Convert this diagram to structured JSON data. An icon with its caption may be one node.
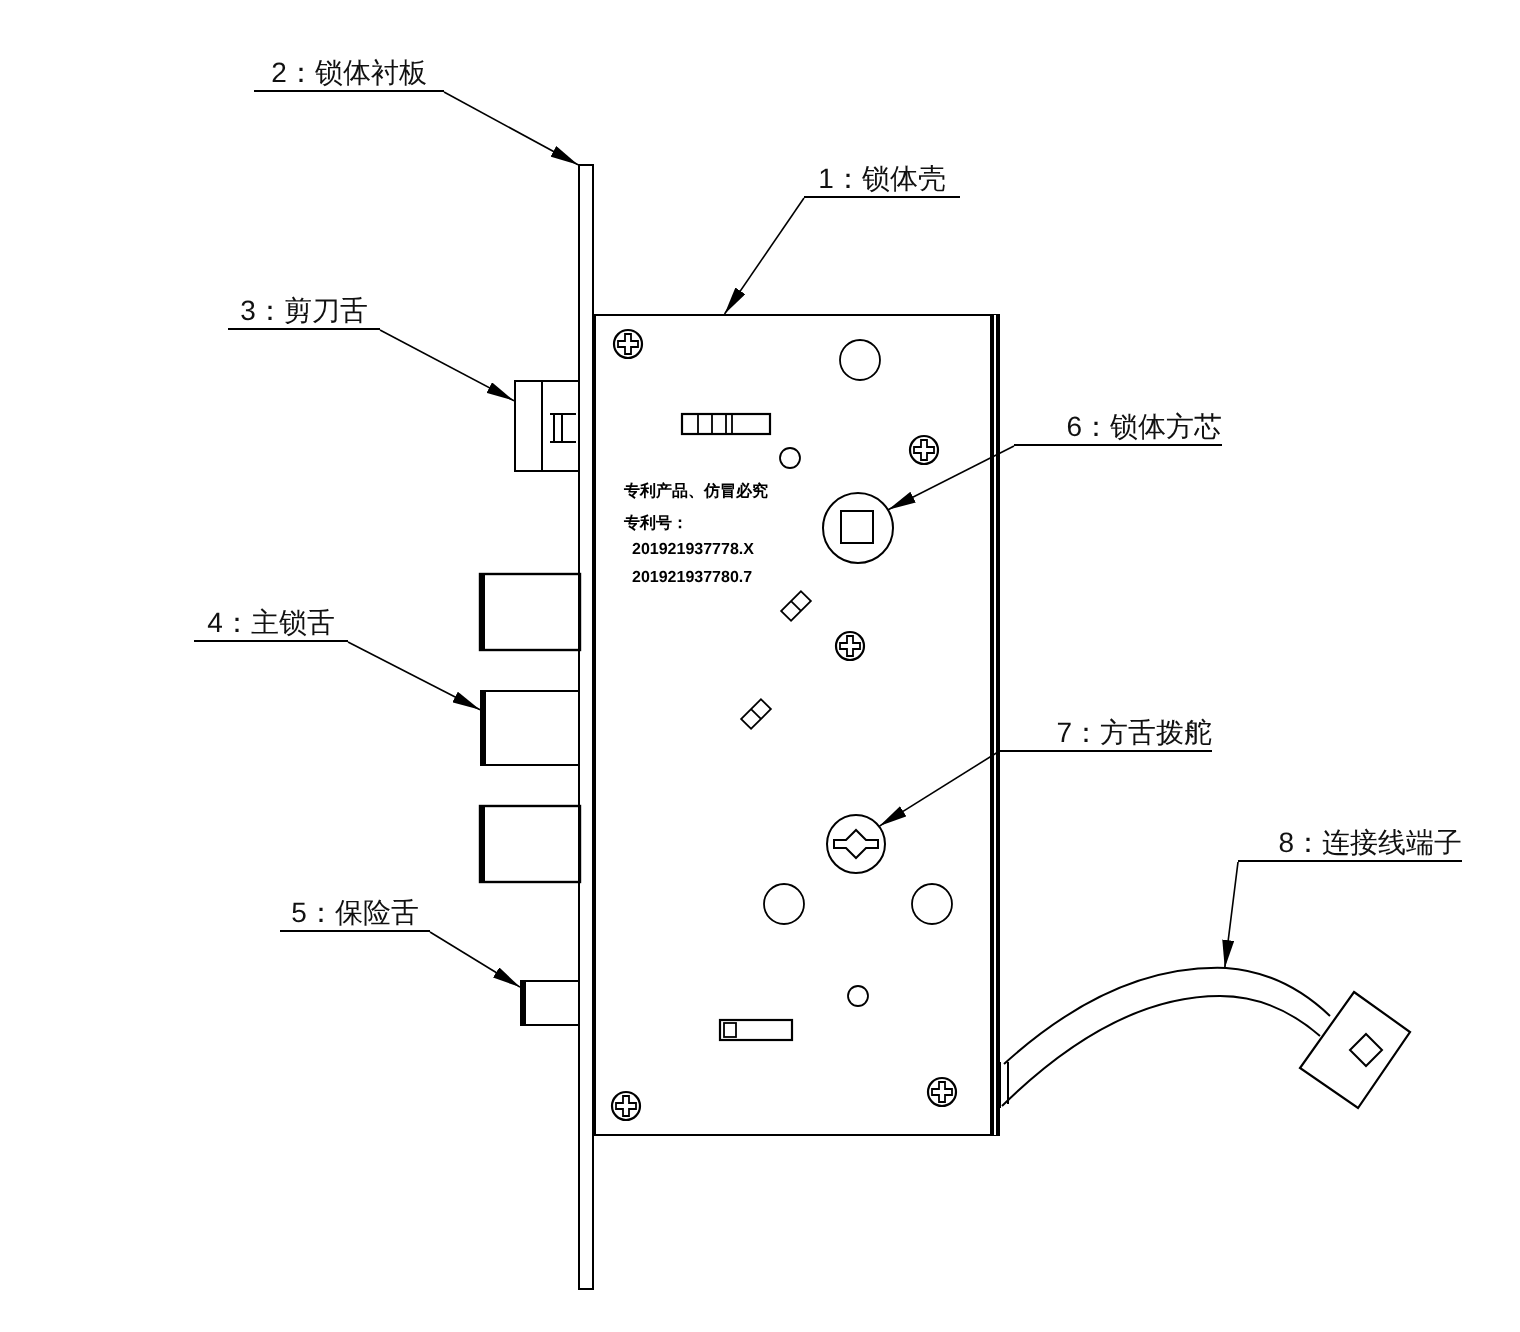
{
  "diagram": {
    "nodes": [
      {
        "text": [
          "1：锁体壳"
        ]
      },
      {
        "text": [
          "2：锁体衬板"
        ]
      },
      {
        "text": [
          "3：剪刀舌"
        ]
      },
      {
        "text": [
          "4：主锁舌"
        ]
      },
      {
        "text": [
          "5：保险舌"
        ]
      },
      {
        "text": [
          "6：锁体方芯"
        ]
      },
      {
        "text": [
          "7：方舌拨舵"
        ]
      },
      {
        "text": [
          "8：连接线端子"
        ]
      },
      {
        "text": [],
        "shape": "box"
      },
      {
        "text": [],
        "shape": "bar"
      },
      {
        "text": [],
        "shape": "box"
      },
      {
        "text": [],
        "shape": "box"
      },
      {
        "text": [],
        "shape": "box"
      },
      {
        "text": [],
        "shape": "circle",
        "in": 8
      },
      {
        "text": [],
        "shape": "circle",
        "in": 8
      },
      {
        "text": [],
        "shape": "picture"
      }
    ],
    "edges": [
      {
        "from": 0,
        "to": 8,
        "arrow": "to"
      },
      {
        "from": 1,
        "to": 9,
        "arrow": "to"
      },
      {
        "from": 2,
        "to": 10,
        "arrow": "to"
      },
      {
        "from": 3,
        "to": 11,
        "arrow": "to"
      },
      {
        "from": 4,
        "to": 12,
        "arrow": "to"
      },
      {
        "from": 5,
        "to": 13,
        "arrow": "to"
      },
      {
        "from": 6,
        "to": 14,
        "arrow": "to"
      },
      {
        "from": 7,
        "to": 15,
        "arrow": "to"
      }
    ],
    "labels": [
      "专利产品、仿冒必究",
      "专利号：",
      "201921937778.X",
      "201921937780.7"
    ]
  }
}
